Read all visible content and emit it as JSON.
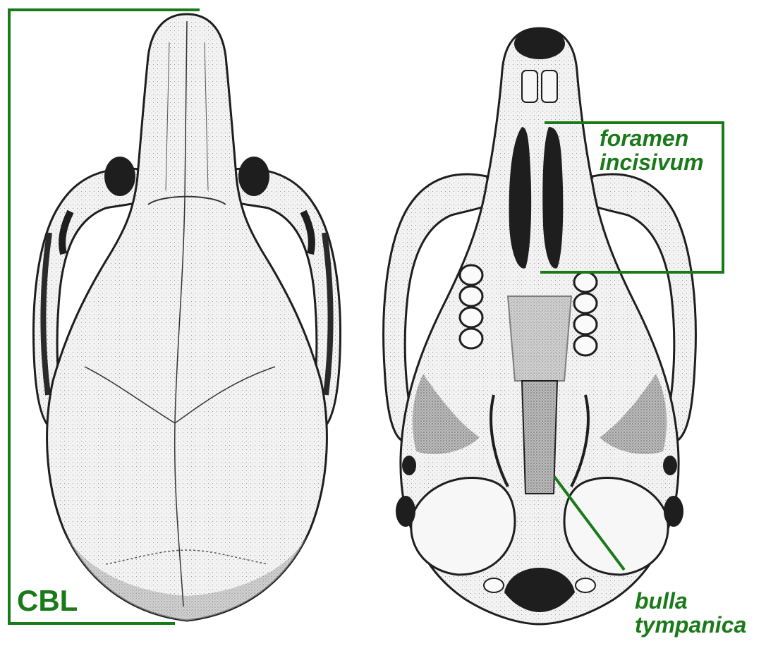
{
  "labels": {
    "cbl": "CBL",
    "foramen_line1": "foramen",
    "foramen_line2": "incisivum",
    "bulla_line1": "bulla",
    "bulla_line2": "tympanica"
  },
  "colors": {
    "annotation": "#1a7a1a",
    "ink": "#1e1e1e",
    "bone": "#efefef",
    "shade": "#8a8a8a"
  }
}
